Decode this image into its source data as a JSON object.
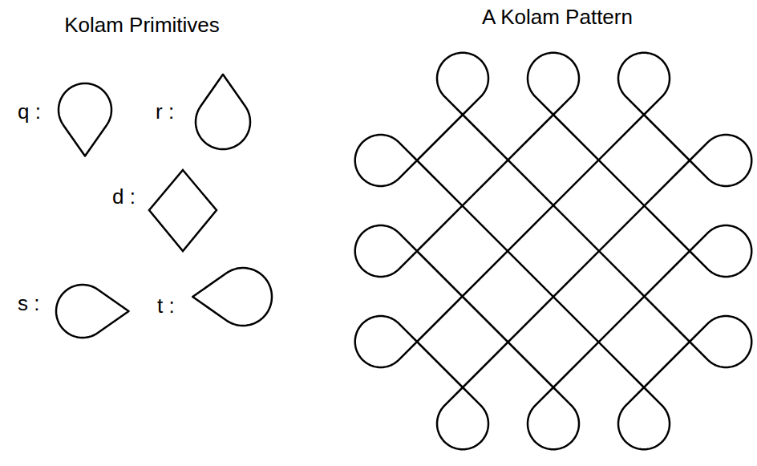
{
  "diagram": {
    "labels": [
      "Kolam Primitives",
      "A Kolam Pattern",
      "q :",
      "r :",
      "d :",
      "s :",
      "t :"
    ]
  }
}
